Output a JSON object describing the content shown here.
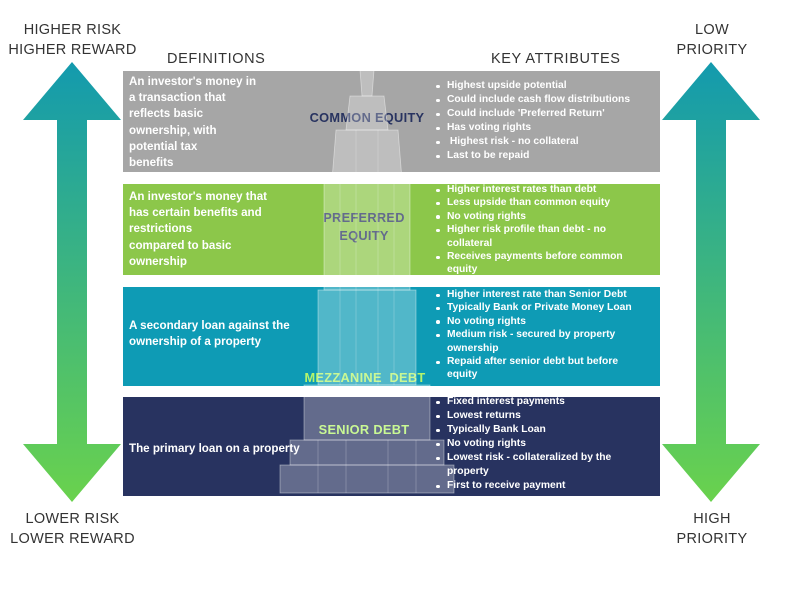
{
  "corners": {
    "top_left": [
      "HIGHER RISK",
      "HIGHER REWARD"
    ],
    "bottom_left": [
      "LOWER RISK",
      "LOWER REWARD"
    ],
    "top_right": [
      "LOW",
      "PRIORITY"
    ],
    "bottom_right": [
      "HIGH",
      "PRIORITY"
    ]
  },
  "headers": {
    "definitions": "DEFINITIONS",
    "key_attributes": "KEY ATTRIBUTES"
  },
  "colors": {
    "common_equity_band": "#a6a6a6",
    "preferred_equity_band": "#8cc74a",
    "mezzanine_band": "#0e9bb5",
    "senior_band": "#283360",
    "arrow_top": "#139aae",
    "arrow_bottom": "#6ad24d",
    "common_title": "#283360",
    "preferred_title": "#283360",
    "mezzanine_title": "#b5f56b",
    "senior_title": "#b5f56b"
  },
  "tiers": [
    {
      "title": [
        "COMMON EQUITY"
      ],
      "definition": [
        "An investor's money in",
        "a transaction that",
        "reflects basic",
        "ownership, with",
        "potential tax",
        "benefits"
      ],
      "attributes": [
        "Highest upside potential",
        "Could include cash flow distributions",
        "Could include 'Preferred Return'",
        "Has voting rights",
        " Highest risk - no collateral",
        "Last to be repaid"
      ]
    },
    {
      "title": [
        "PREFERRED",
        "EQUITY"
      ],
      "definition": [
        "An investor's money that",
        "has certain benefits and",
        "restrictions",
        "compared to basic",
        "ownership"
      ],
      "attributes": [
        "Higher interest rates than debt",
        "Less upside than common equity",
        "No voting rights",
        "Higher risk profile than debt - no\ncollateral",
        "Receives payments before common\nequity"
      ]
    },
    {
      "title": [
        "MEZZANINE  DEBT"
      ],
      "definition": [
        "A secondary loan against the",
        "ownership of a property"
      ],
      "attributes": [
        "Higher interest rate than Senior Debt",
        "Typically Bank or Private Money Loan",
        "No voting rights",
        "Medium risk - secured by property\nownership",
        "Repaid after senior debt but before\nequity"
      ]
    },
    {
      "title": [
        "SENIOR DEBT"
      ],
      "definition": [
        "The primary loan on a property"
      ],
      "attributes": [
        "Fixed interest payments",
        "Lowest returns",
        "Typically Bank Loan",
        "No voting rights",
        "Lowest risk - collateralized by the\nproperty",
        "First to receive payment"
      ]
    }
  ]
}
